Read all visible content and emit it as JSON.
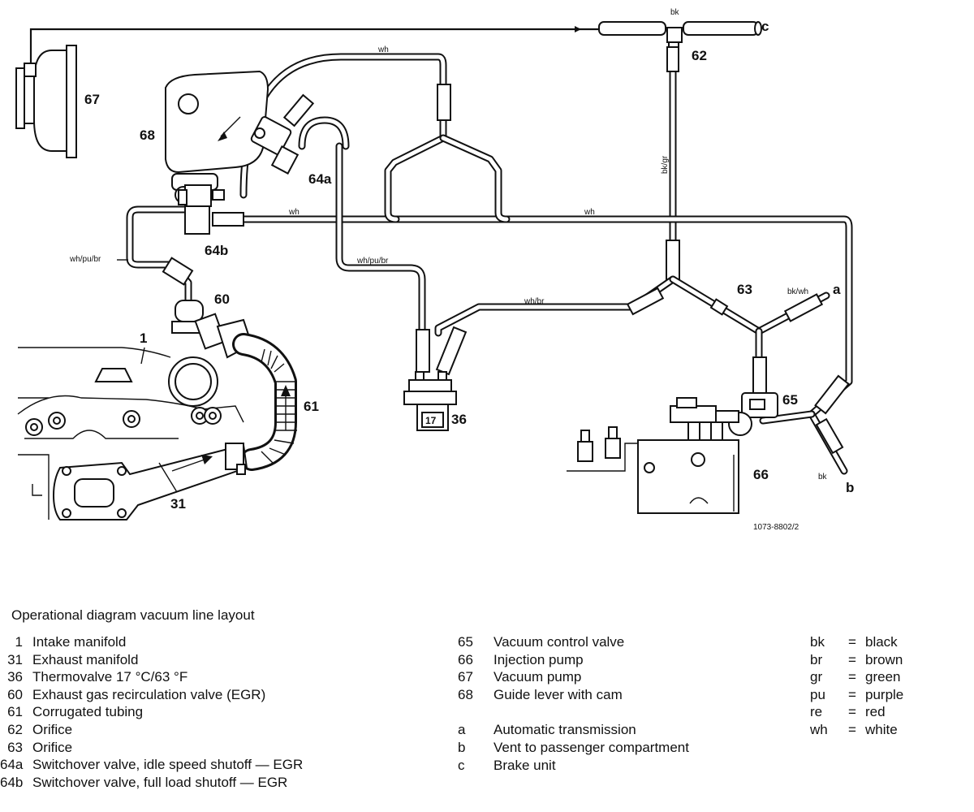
{
  "caption": "Operational diagram vacuum line layout",
  "figure_code": "1073-8802/2",
  "part_labels": {
    "p1": "1",
    "p31": "31",
    "p36": "36",
    "p60": "60",
    "p61": "61",
    "p62": "62",
    "p63": "63",
    "p64a": "64a",
    "p64b": "64b",
    "p65": "65",
    "p66": "66",
    "p67": "67",
    "p68": "68",
    "pa": "a",
    "pb": "b",
    "pc": "c",
    "thermo": "17"
  },
  "line_colors": {
    "wh1": "wh",
    "wh2": "wh",
    "wh3": "wh",
    "whpubr1": "wh/pu/br",
    "whpubr2": "wh/pu/br",
    "whbr": "wh/br",
    "bkgr": "bk/gr",
    "bk1": "bk",
    "bk2": "bk",
    "bkwh": "bk/wh"
  },
  "legend_left": [
    {
      "key": "1",
      "text": "Intake manifold"
    },
    {
      "key": "31",
      "text": "Exhaust manifold"
    },
    {
      "key": "36",
      "text": "Thermovalve 17 °C/63 °F"
    },
    {
      "key": "60",
      "text": "Exhaust gas recirculation valve (EGR)"
    },
    {
      "key": "61",
      "text": "Corrugated tubing"
    },
    {
      "key": "62",
      "text": "Orifice"
    },
    {
      "key": "63",
      "text": "Orifice"
    },
    {
      "key": "64a",
      "text": "Switchover valve, idle speed shutoff — EGR"
    },
    {
      "key": "64b",
      "text": "Switchover valve, full load shutoff — EGR"
    }
  ],
  "legend_mid": [
    {
      "key": "65",
      "text": "Vacuum control valve"
    },
    {
      "key": "66",
      "text": "Injection pump"
    },
    {
      "key": "67",
      "text": "Vacuum pump"
    },
    {
      "key": "68",
      "text": "Guide lever with cam"
    }
  ],
  "legend_mid_letters": [
    {
      "key": "a",
      "text": "Automatic transmission"
    },
    {
      "key": "b",
      "text": "Vent to passenger compartment"
    },
    {
      "key": "c",
      "text": "Brake unit"
    }
  ],
  "legend_colors": [
    {
      "key": "bk",
      "eq": "=",
      "text": "black"
    },
    {
      "key": "br",
      "eq": "=",
      "text": "brown"
    },
    {
      "key": "gr",
      "eq": "=",
      "text": "green"
    },
    {
      "key": "pu",
      "eq": "=",
      "text": "purple"
    },
    {
      "key": "re",
      "eq": "=",
      "text": "red"
    },
    {
      "key": "wh",
      "eq": "=",
      "text": "white"
    }
  ]
}
